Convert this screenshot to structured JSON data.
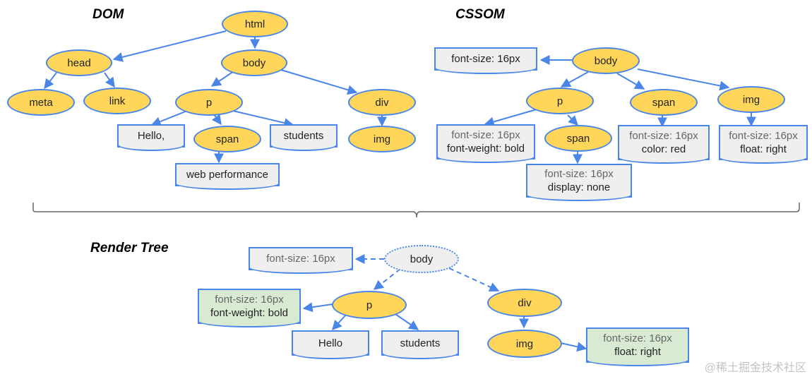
{
  "titles": {
    "dom": "DOM",
    "cssom": "CSSOM",
    "render": "Render Tree"
  },
  "dom": {
    "html": "html",
    "head": "head",
    "body": "body",
    "meta": "meta",
    "link": "link",
    "p": "p",
    "div": "div",
    "span": "span",
    "img": "img",
    "hello": "Hello,",
    "students": "students",
    "webperf": "web performance"
  },
  "cssom": {
    "body": "body",
    "p": "p",
    "span_p": "span",
    "span": "span",
    "img": "img",
    "body_style": "font-size: 16px",
    "p_style_1": "font-size: 16px",
    "p_style_2": "font-weight: bold",
    "span_p_style_1": "font-size: 16px",
    "span_p_style_2": "display: none",
    "span_style_1": "font-size: 16px",
    "span_style_2": "color: red",
    "img_style_1": "font-size: 16px",
    "img_style_2": "float: right"
  },
  "render": {
    "body": "body",
    "p": "p",
    "div": "div",
    "img": "img",
    "hello": "Hello",
    "students": "students",
    "body_style": "font-size: 16px",
    "p_style_1": "font-size: 16px",
    "p_style_2": "font-weight: bold",
    "img_style_1": "font-size: 16px",
    "img_style_2": "float: right"
  },
  "watermark": "@稀土掘金技术社区",
  "colors": {
    "node_fill": "#ffd65a",
    "stroke": "#4a86e8",
    "doc_fill": "#efefef",
    "green_fill": "#d9ead3"
  }
}
